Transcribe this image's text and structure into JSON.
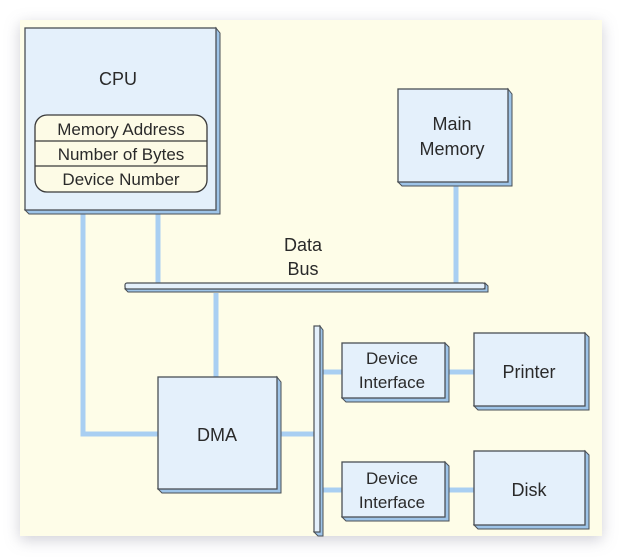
{
  "diagram": {
    "colors": {
      "background": "#fefde8",
      "box_fill": "#e4f0fb",
      "box_stroke": "#4a4f55",
      "box_side": "#9ec4e8",
      "connector": "#a9cff2",
      "register_fill": "#fdfbe6"
    },
    "nodes": {
      "cpu": {
        "label": "CPU"
      },
      "main_memory": {
        "label_line1": "Main",
        "label_line2": "Memory"
      },
      "dma": {
        "label": "DMA"
      },
      "device_interface_1": {
        "label_line1": "Device",
        "label_line2": "Interface"
      },
      "device_interface_2": {
        "label_line1": "Device",
        "label_line2": "Interface"
      },
      "printer": {
        "label": "Printer"
      },
      "disk": {
        "label": "Disk"
      }
    },
    "cpu_registers": [
      {
        "label": "Memory Address"
      },
      {
        "label": "Number of Bytes"
      },
      {
        "label": "Device Number"
      }
    ],
    "data_bus": {
      "label_line1": "Data",
      "label_line2": "Bus"
    },
    "edges": [
      {
        "from": "cpu",
        "to": "data_bus"
      },
      {
        "from": "cpu",
        "to": "dma"
      },
      {
        "from": "main_memory",
        "to": "data_bus"
      },
      {
        "from": "data_bus",
        "to": "dma"
      },
      {
        "from": "dma",
        "to": "io_bus"
      },
      {
        "from": "io_bus",
        "to": "device_interface_1"
      },
      {
        "from": "io_bus",
        "to": "device_interface_2"
      },
      {
        "from": "device_interface_1",
        "to": "printer"
      },
      {
        "from": "device_interface_2",
        "to": "disk"
      }
    ]
  }
}
